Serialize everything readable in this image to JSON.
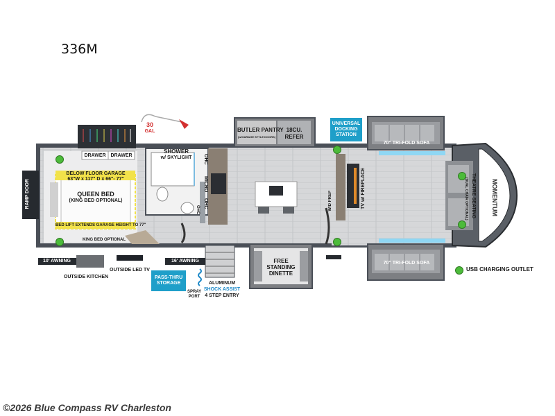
{
  "title": "336M",
  "watermark": "©2026 Blue Compass RV Charleston",
  "labels": {
    "ramp_door": "RAMP DOOR",
    "below_floor_garage": "BELOW FLOOR GARAGE",
    "garage_dims": "63\"W x 117\" D x 66\"- 77\"",
    "queen_bed": "QUEEN BED",
    "king_bed_optional_paren": "(KING BED OPTIONAL)",
    "bed_lift": "BED LIFT EXTENDS GARAGE HEIGHT TO 77\"",
    "king_bed_optional": "KING BED OPTIONAL",
    "drawer_1": "DRAWER",
    "drawer_2": "DRAWER",
    "gal": "30",
    "gal_unit": "GAL",
    "shower": "SHOWER",
    "skylight": "w/ SKYLIGHT",
    "ohc_1": "OHC",
    "micro": "MICRO",
    "ohc_2": "OHC",
    "ohc_3": "OHC",
    "butler_pantry": "BUTLER PANTRY",
    "garage_style_doors": "(w/GARAGE STYLE DOORS)",
    "refer_size": "18CU.",
    "refer": "REFER",
    "universal_docking": "UNIVERSAL DOCKING STATION",
    "wd_prep": "W/D PREP",
    "tv_fireplace": "TV w/ FIREPLACE",
    "sofa_top": "70\" TRI-FOLD SOFA",
    "sofa_bottom": "70\" TRI-FOLD SOFA",
    "theatre": "THEATRE SEATING",
    "theatre_sub": "(DUAL CHAIR OPTIONAL)",
    "awning_10": "10' AWNING",
    "awning_16": "16' AWNING",
    "outside_kitchen": "OUTSIDE KITCHEN",
    "outside_tv": "OUTSIDE LED TV",
    "pass_thru": "PASS-THRU STORAGE",
    "spray_port": "SPRAY PORT",
    "aluminum": "ALUMINUM",
    "shock_assist": "SHOCK ASSIST",
    "step_entry": "4 STEP ENTRY",
    "free_standing": "FREE STANDING DINETTE",
    "usb_outlet": "USB CHARGING OUTLET"
  },
  "colors": {
    "accent_blue": "#1f9fc9",
    "usb_green": "#4cbb3a",
    "garage_yellow": "#f2e24a",
    "wall_dark": "#4a4f57",
    "floor_grey": "#d9dadc"
  }
}
